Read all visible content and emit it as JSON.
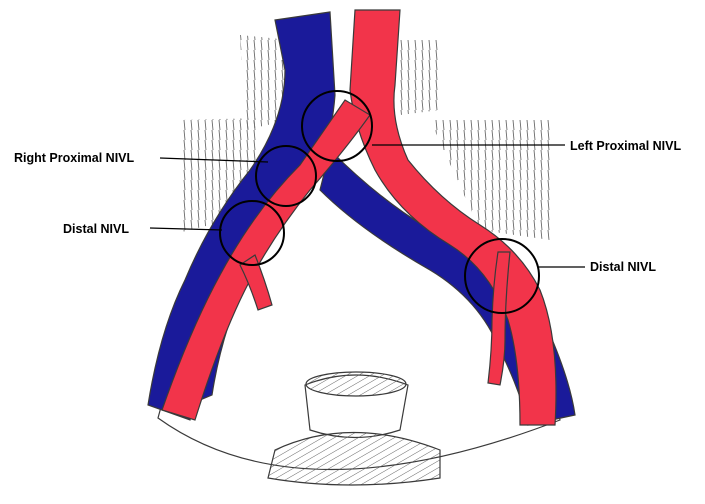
{
  "labels": {
    "right_proximal": "Right Proximal NIVL",
    "left_proximal": "Left Proximal NIVL",
    "distal_right": "Distal NIVL",
    "distal_left": "Distal NIVL"
  },
  "colors": {
    "vein": "#1a1a9a",
    "artery": "#f2344a",
    "outline": "#3a3a3a",
    "sheath": "#8a98b0",
    "circle": "#000000"
  }
}
